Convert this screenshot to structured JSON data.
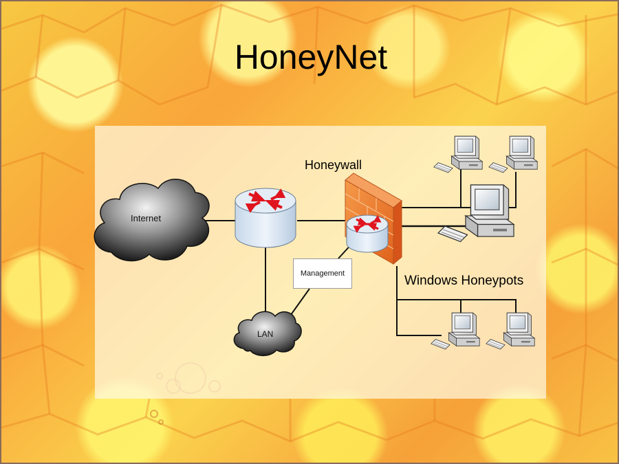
{
  "slide": {
    "title": "HoneyNet"
  },
  "diagram": {
    "labels": {
      "internet": "Internet",
      "lan": "LAN",
      "honeywall": "Honeywall",
      "management": "Management",
      "windows_honeypots": "Windows Honeypots"
    },
    "nodes": [
      {
        "id": "internet",
        "kind": "cloud-icon"
      },
      {
        "id": "router-main",
        "kind": "router-icon"
      },
      {
        "id": "honeywall",
        "kind": "firewall-router-icon"
      },
      {
        "id": "management",
        "kind": "box"
      },
      {
        "id": "lan",
        "kind": "cloud-icon"
      },
      {
        "id": "pc-top-1",
        "kind": "computer-icon"
      },
      {
        "id": "pc-top-2",
        "kind": "computer-icon"
      },
      {
        "id": "pc-main",
        "kind": "computer-icon"
      },
      {
        "id": "pc-bottom-1",
        "kind": "computer-icon"
      },
      {
        "id": "pc-bottom-2",
        "kind": "computer-icon"
      }
    ],
    "edges": [
      [
        "internet",
        "router-main"
      ],
      [
        "router-main",
        "honeywall"
      ],
      [
        "router-main",
        "lan"
      ],
      [
        "lan",
        "management"
      ],
      [
        "management",
        "honeywall"
      ],
      [
        "honeywall",
        "pc-top-1"
      ],
      [
        "honeywall",
        "pc-top-2"
      ],
      [
        "honeywall",
        "pc-main"
      ],
      [
        "honeywall",
        "pc-bottom-1"
      ],
      [
        "honeywall",
        "pc-bottom-2"
      ]
    ],
    "colors": {
      "router_arrows": "#e0141e",
      "router_body": "#dde8f3",
      "firewall": "#f07a2c",
      "cloud": "#3a3a3a",
      "monitor": "#e8e8e8"
    }
  }
}
